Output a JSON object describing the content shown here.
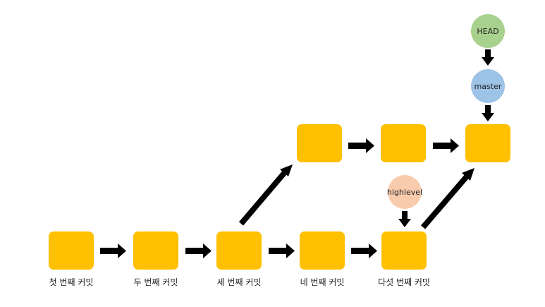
{
  "colors": {
    "commit_fill": "#FFC000",
    "arrow": "#000000",
    "head_fill": "#A9D18E",
    "master_fill": "#9DC3E6",
    "highlevel_fill": "#F8CBAD"
  },
  "commits": {
    "c1": {
      "label": "첫 번째 커밋"
    },
    "c2": {
      "label": "두 번째 커밋"
    },
    "c3": {
      "label": "세 번째 커밋"
    },
    "c4": {
      "label": "네 번째 커밋"
    },
    "c5": {
      "label": "다섯 번째 커밋"
    },
    "u1": {
      "label": ""
    },
    "u2": {
      "label": ""
    },
    "u3": {
      "label": ""
    }
  },
  "refs": {
    "head": {
      "label": "HEAD"
    },
    "master": {
      "label": "master"
    },
    "highlevel": {
      "label": "highlevel"
    }
  }
}
